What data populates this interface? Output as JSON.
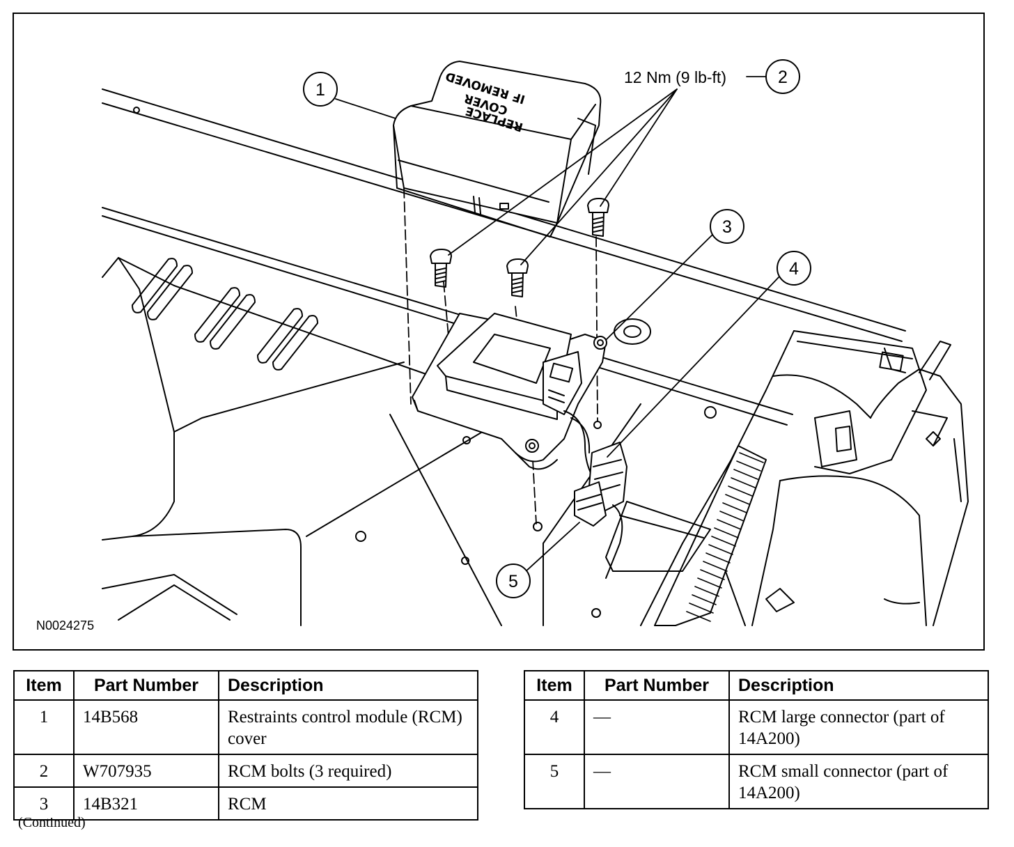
{
  "figure": {
    "figure_id": "N0024275",
    "cover_text": [
      "REPLACE",
      "COVER",
      "IF REMOVED"
    ],
    "torque_spec": "12 Nm (9 lb-ft)",
    "callouts": [
      "1",
      "2",
      "3",
      "4",
      "5"
    ]
  },
  "table_left": {
    "headers": [
      "Item",
      "Part Number",
      "Description"
    ],
    "rows": [
      {
        "item": "1",
        "part_number": "14B568",
        "description": "Restraints control module (RCM) cover"
      },
      {
        "item": "2",
        "part_number": "W707935",
        "description": "RCM bolts (3 required)"
      },
      {
        "item": "3",
        "part_number": "14B321",
        "description": "RCM"
      }
    ]
  },
  "table_right": {
    "headers": [
      "Item",
      "Part Number",
      "Description"
    ],
    "rows": [
      {
        "item": "4",
        "part_number": "—",
        "description": "RCM large connector (part of 14A200)"
      },
      {
        "item": "5",
        "part_number": "—",
        "description": "RCM small connector (part of 14A200)"
      }
    ]
  },
  "footer": {
    "continued": "(Continued)"
  }
}
